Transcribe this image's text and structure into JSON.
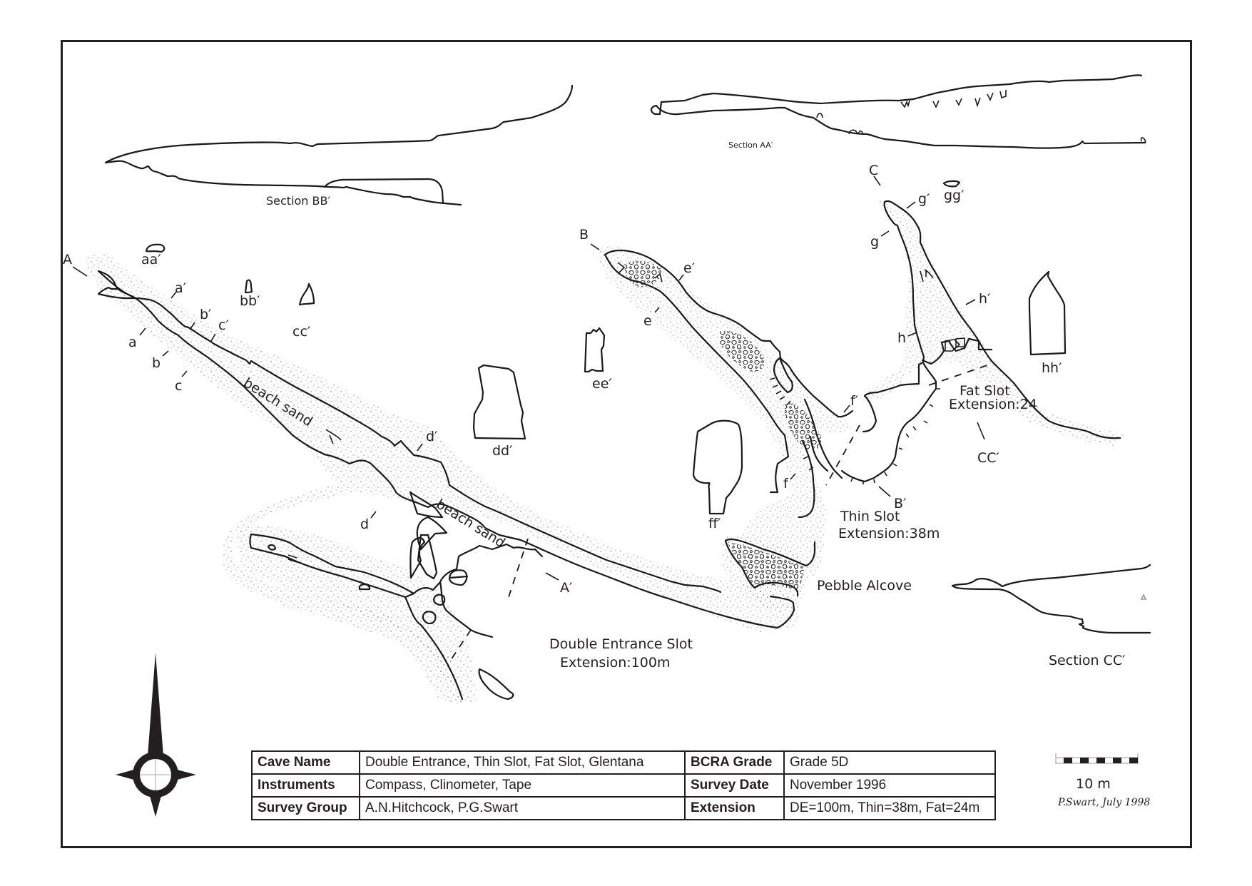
{
  "map": {
    "sections": {
      "bb": "Section BB′",
      "aa": "Section AA′",
      "cc": "Section CC′"
    },
    "station_labels": {
      "A": "A",
      "A_prime": "A′",
      "B": "B",
      "B_prime": "B′",
      "C": "C",
      "CC_prime": "CC′",
      "a": "a",
      "a_prime": "a′",
      "b": "b",
      "b_prime": "b′",
      "c": "c",
      "c_prime": "c′",
      "d": "d",
      "d_prime": "d′",
      "e": "e",
      "e_prime": "e′",
      "f": "f",
      "f_prime": "f′",
      "g": "g",
      "g_prime": "g′",
      "h": "h",
      "h_prime": "h′"
    },
    "cross_section_labels": {
      "aa": "aa′",
      "bb": "bb′",
      "cc": "cc′",
      "dd": "dd′",
      "ee": "ee′",
      "ff": "ff′",
      "gg": "gg′",
      "hh": "hh′"
    },
    "annotations": {
      "beach_sand_1": "beach sand",
      "beach_sand_2": "beach sand",
      "pebble_alcove": "Pebble Alcove"
    },
    "passages": {
      "double_entrance": {
        "name": "Double Entrance Slot",
        "extension": "Extension:100m"
      },
      "thin_slot": {
        "name": "Thin Slot",
        "extension": "Extension:38m"
      },
      "fat_slot": {
        "name": "Fat Slot",
        "extension": "Extension:24"
      }
    }
  },
  "info_table": {
    "rows": [
      {
        "k1": "Cave Name",
        "v1": "Double Entrance, Thin Slot, Fat Slot, Glentana",
        "k2": "BCRA Grade",
        "v2": "Grade 5D"
      },
      {
        "k1": "Instruments",
        "v1": "Compass, Clinometer, Tape",
        "k2": "Survey Date",
        "v2": "November 1996"
      },
      {
        "k1": "Survey Group",
        "v1": "A.N.Hitchcock, P.G.Swart",
        "k2": "Extension",
        "v2": "DE=100m, Thin=38m, Fat=24m"
      }
    ]
  },
  "scale": {
    "label": "10 m"
  },
  "signature": "P.Swart, July 1998",
  "compass": {
    "icon": "north-arrow-icon"
  }
}
